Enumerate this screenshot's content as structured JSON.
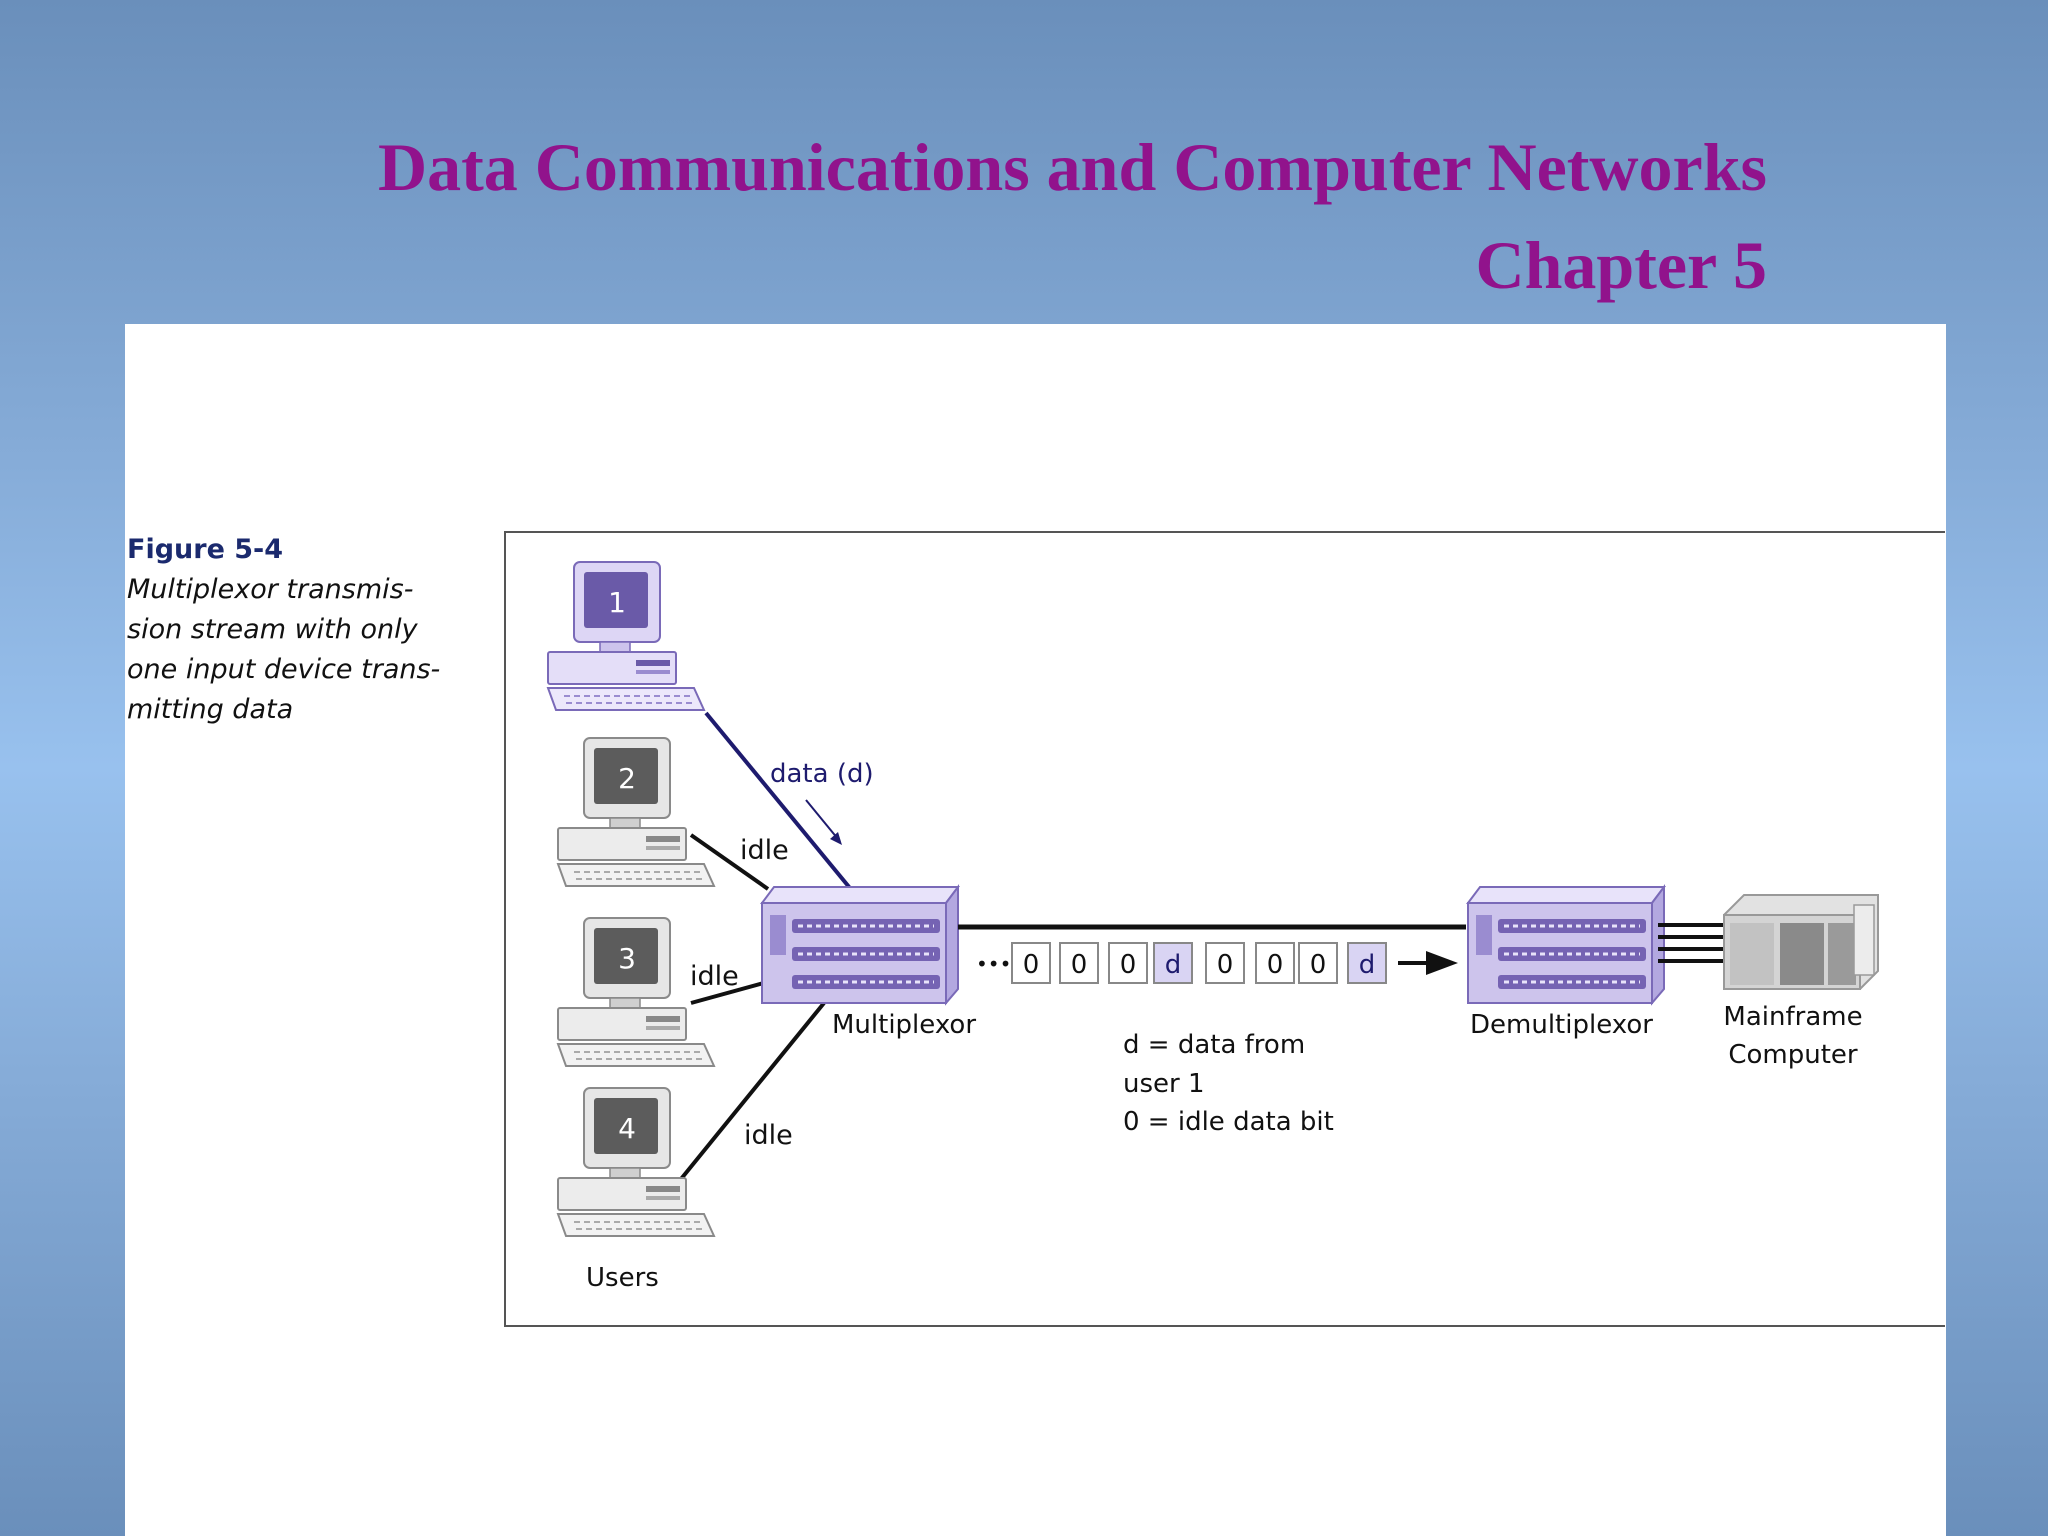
{
  "slide": {
    "title_line1": "Data Communications and Computer Networks",
    "title_line2": "Chapter 5"
  },
  "figure": {
    "number": "Figure 5-4",
    "caption_lines": [
      "Multiplexor transmis-",
      "sion stream with only",
      "one input device trans-",
      "mitting data"
    ]
  },
  "diagram": {
    "users": [
      {
        "label": "1",
        "state": "data (d)"
      },
      {
        "label": "2",
        "state": "idle"
      },
      {
        "label": "3",
        "state": "idle"
      },
      {
        "label": "4",
        "state": "idle"
      }
    ],
    "users_label": "Users",
    "multiplexor_label": "Multiplexor",
    "demultiplexor_label": "Demultiplexor",
    "mainframe_label_line1": "Mainframe",
    "mainframe_label_line2": "Computer",
    "stream_ellipsis": "•••",
    "stream_bits": [
      "0",
      "0",
      "0",
      "d",
      "0",
      "0",
      "0",
      "d"
    ],
    "legend_line1": "d = data from",
    "legend_line2": "user 1",
    "legend_line3": "0 = idle data bit"
  },
  "colors": {
    "title": "#91138c",
    "data_line": "#1e1b6e",
    "device": "#cdc4ec",
    "device_dark": "#6a5aa8",
    "data_bit_fill": "#d9d4f3"
  }
}
